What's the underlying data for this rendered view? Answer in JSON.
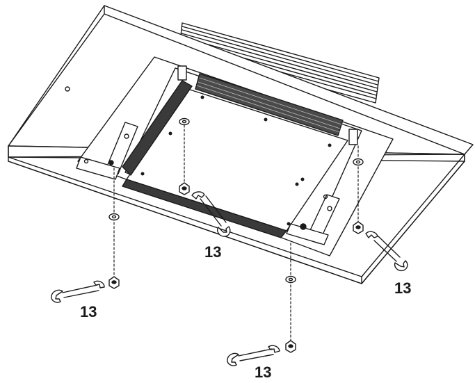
{
  "labels": {
    "wrench_center": "13",
    "wrench_right": "13",
    "wrench_left": "13",
    "wrench_bottom": "13"
  },
  "colors": {
    "line": "#1a1a1a",
    "panel": "#ffffff",
    "shade": "#d9d9d9",
    "dark": "#333333"
  }
}
